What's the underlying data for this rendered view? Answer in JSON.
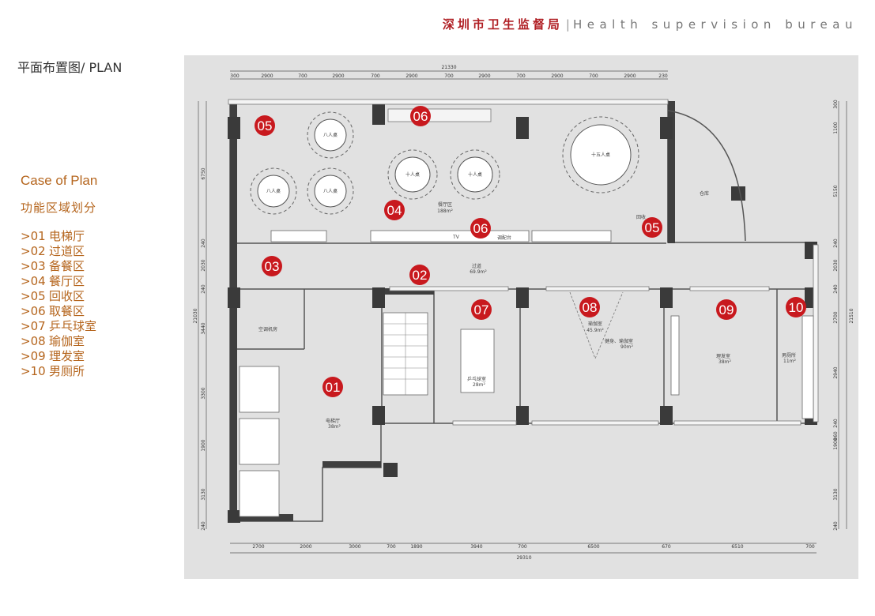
{
  "header": {
    "org_cn": "深圳市卫生监督局",
    "separator": "|",
    "org_en": "Health supervision bureau"
  },
  "plan_title": "平面布置图/ PLAN",
  "case_title": "Case of Plan",
  "case_subtitle": "功能区域划分",
  "legend": [
    {
      "code": ">01",
      "label": "电梯厅"
    },
    {
      "code": ">02",
      "label": "过道区"
    },
    {
      "code": ">03",
      "label": "备餐区"
    },
    {
      "code": ">04",
      "label": "餐厅区"
    },
    {
      "code": ">05",
      "label": "回收区"
    },
    {
      "code": ">06",
      "label": "取餐区"
    },
    {
      "code": ">07",
      "label": "乒乓球室"
    },
    {
      "code": ">08",
      "label": "瑜伽室"
    },
    {
      "code": ">09",
      "label": "理发室"
    },
    {
      "code": ">10",
      "label": "男厕所"
    }
  ],
  "floor_plan": {
    "tags": [
      "05",
      "06",
      "04",
      "06",
      "05",
      "03",
      "02",
      "07",
      "08",
      "09",
      "10",
      "01"
    ],
    "room_labels": {
      "dining": "餐厅区",
      "dining_area": "188m²",
      "storage": "仓库",
      "corridor": "过道",
      "corridor_area": "69.9m²",
      "ac_room": "空调机房",
      "elevator_hall": "电梯厅",
      "elevator_area": "38m²",
      "pingpong": "乒乓球室",
      "pingpong_area": "28m²",
      "yoga": "瑜伽室",
      "yoga_area": "45.9m²",
      "fitness": "健身、瑜伽室",
      "fitness_area": "90m²",
      "barber": "理发室",
      "barber_area": "38m²",
      "toilet": "男厕所",
      "toilet_area": "11m²",
      "tv": "TV",
      "serving": "调配台",
      "recycle": "回收"
    },
    "tables": {
      "eight": "八人桌",
      "ten": "十人桌",
      "fifteen": "十五人桌"
    },
    "dim_top": {
      "total": "21330",
      "segments": [
        "300",
        "2900",
        "700",
        "2900",
        "700",
        "2900",
        "700",
        "2900",
        "700",
        "2900",
        "700",
        "2900",
        "230"
      ]
    },
    "dim_bottom": {
      "total": "29310",
      "segments": [
        "2700",
        "2000",
        "3000",
        "700",
        "1890",
        "3940",
        "700",
        "6500",
        "670",
        "6510",
        "700"
      ]
    },
    "dim_left": {
      "total": "21030",
      "segments": [
        "6750",
        "240",
        "2030",
        "240",
        "3440",
        "3300",
        "1900",
        "3130",
        "240"
      ]
    },
    "dim_right": {
      "total": "21510",
      "segments": [
        "300",
        "1100",
        "5150",
        "240",
        "2030",
        "240",
        "2700",
        "2940",
        "240",
        "860",
        "1900",
        "3130",
        "240"
      ]
    }
  },
  "colors": {
    "brand_red": "#b01f24",
    "legend_orange": "#b5651d",
    "marker_red": "#c8191e",
    "plan_bg": "#e1e1e1",
    "wall": "#3a3a3a"
  }
}
